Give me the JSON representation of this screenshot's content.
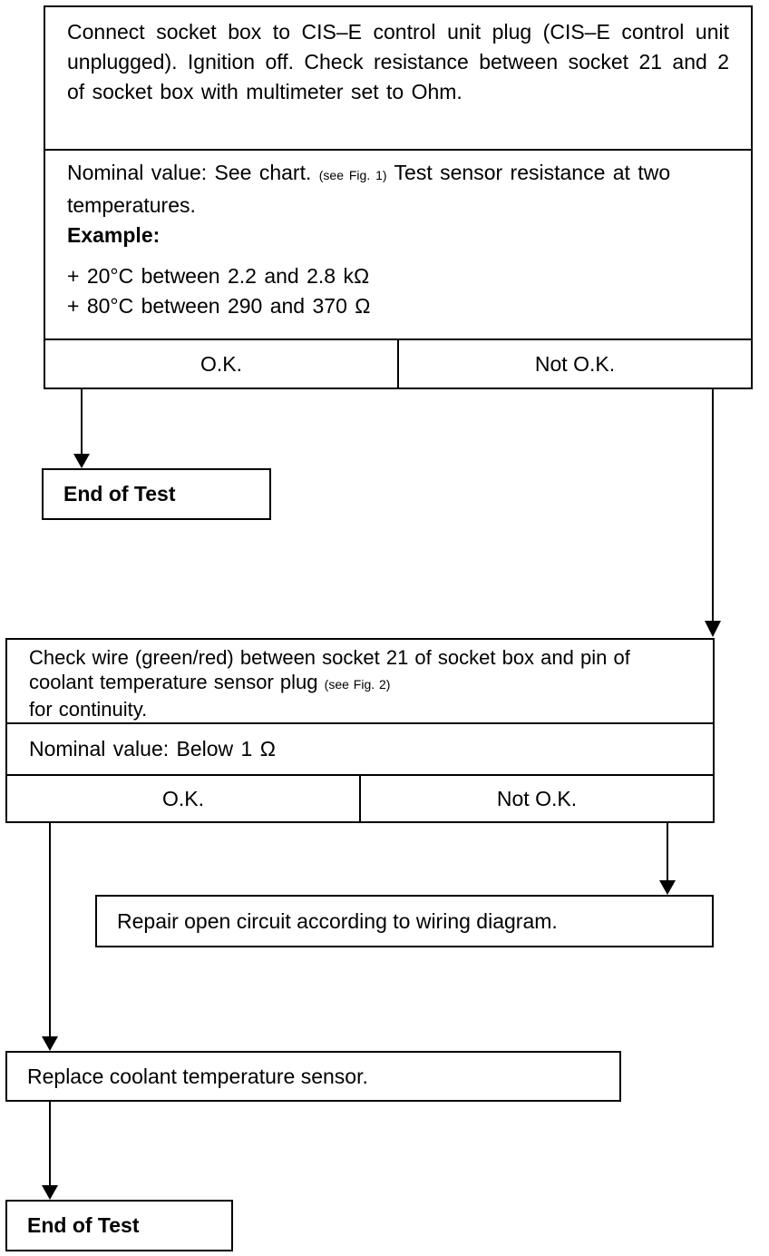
{
  "step1": {
    "instruction": "Connect socket box to CIS–E control unit plug (CIS–E control unit unplugged). Ignition off. Check resistance between socket 21 and 2 of socket box with multimeter set to Ohm.",
    "nominal_prefix": "Nominal value:  See chart.",
    "nominal_ref": "(see Fig. 1)",
    "nominal_suffix": "Test sensor resistance at two temperatures.",
    "example_label": "Example:",
    "example_line1": "+ 20°C between 2.2 and 2.8 kΩ",
    "example_line2": "+ 80°C between 290 and 370 Ω",
    "ok_label": "O.K.",
    "not_ok_label": "Not O.K."
  },
  "end1": {
    "label": "End of Test"
  },
  "step2": {
    "instruction_part1": "Check wire (green/red) between socket 21 of socket box and pin of coolant temperature sensor plug",
    "instruction_ref": "(see Fig. 2)",
    "instruction_part2": "for continuity.",
    "nominal": "Nominal value:  Below 1 Ω",
    "ok_label": "O.K.",
    "not_ok_label": "Not O.K."
  },
  "repair": {
    "label": "Repair open circuit according to wiring diagram."
  },
  "replace": {
    "label": "Replace coolant temperature sensor."
  },
  "end2": {
    "label": "End of Test"
  }
}
